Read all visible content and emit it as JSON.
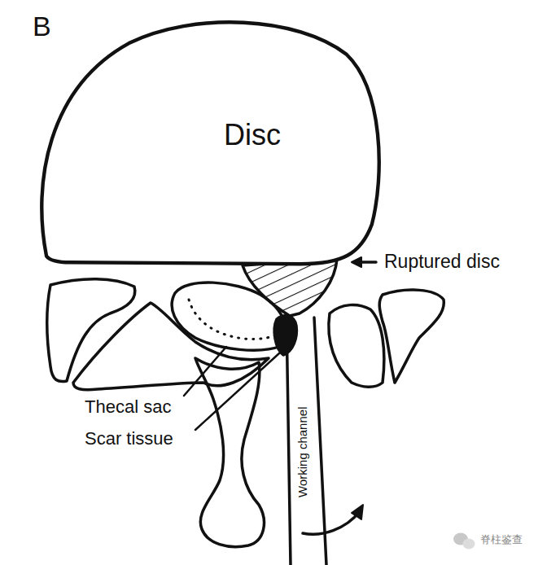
{
  "diagram": {
    "nodes": [
      {
        "text": [
          "Disc"
        ]
      }
    ],
    "labels": [
      "B",
      "Ruptured disc",
      "Thecal sac",
      "Scar tissue",
      "Working channel",
      "脊柱鉴查"
    ]
  }
}
